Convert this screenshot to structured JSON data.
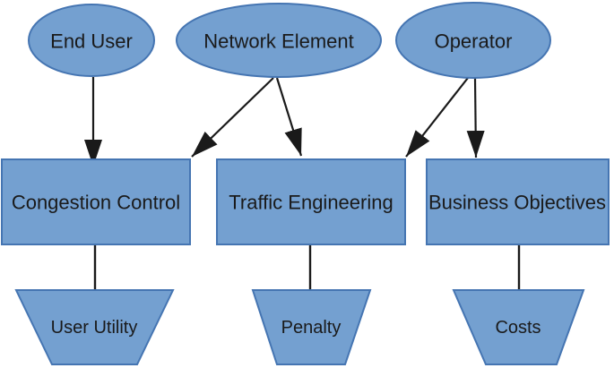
{
  "diagram": {
    "colors": {
      "background": "#ffffff",
      "shape_fill": "#74a0d0",
      "shape_stroke": "#4575b2",
      "line_color": "#1a1a1a",
      "text_color": "#1a1a1a"
    },
    "actors": [
      {
        "id": "end-user",
        "label": "End User",
        "shape": "ellipse"
      },
      {
        "id": "network-element",
        "label": "Network Element",
        "shape": "ellipse"
      },
      {
        "id": "operator",
        "label": "Operator",
        "shape": "ellipse"
      }
    ],
    "processes": [
      {
        "id": "congestion-control",
        "label": "Congestion Control",
        "shape": "rectangle"
      },
      {
        "id": "traffic-engineering",
        "label": "Traffic Engineering",
        "shape": "rectangle"
      },
      {
        "id": "business-objectives",
        "label": "Business Objectives",
        "shape": "rectangle"
      }
    ],
    "outputs": [
      {
        "id": "user-utility",
        "label": "User Utility",
        "shape": "trapezoid"
      },
      {
        "id": "penalty",
        "label": "Penalty",
        "shape": "trapezoid"
      },
      {
        "id": "costs",
        "label": "Costs",
        "shape": "trapezoid"
      }
    ],
    "edges": [
      {
        "from": "end-user",
        "to": "congestion-control",
        "type": "arrow"
      },
      {
        "from": "network-element",
        "to": "congestion-control",
        "type": "arrow"
      },
      {
        "from": "network-element",
        "to": "traffic-engineering",
        "type": "arrow"
      },
      {
        "from": "operator",
        "to": "traffic-engineering",
        "type": "arrow"
      },
      {
        "from": "operator",
        "to": "business-objectives",
        "type": "arrow"
      },
      {
        "from": "congestion-control",
        "to": "user-utility",
        "type": "line"
      },
      {
        "from": "traffic-engineering",
        "to": "penalty",
        "type": "line"
      },
      {
        "from": "business-objectives",
        "to": "costs",
        "type": "line"
      }
    ]
  }
}
